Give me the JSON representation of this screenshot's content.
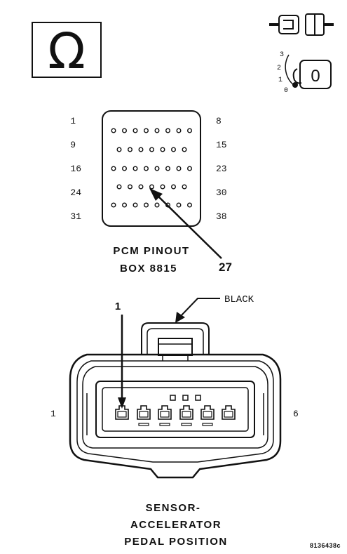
{
  "ohm_symbol": "Ω",
  "key_positions": [
    "3",
    "2",
    "1",
    "0"
  ],
  "key_glyph": "0",
  "pcm": {
    "row_start_labels": [
      "1",
      "9",
      "16",
      "24",
      "31"
    ],
    "row_end_labels": [
      "8",
      "15",
      "23",
      "30",
      "38"
    ],
    "title_line1": "PCM PINOUT",
    "title_line2": "BOX 8815",
    "callout_pin": "27"
  },
  "sensor": {
    "color_label": "BLACK",
    "pin_callout": "1",
    "left_pin_label": "1",
    "right_pin_label": "6",
    "title_line1": "SENSOR-",
    "title_line2": "ACCELERATOR",
    "title_line3": "PEDAL POSITION"
  },
  "figure_code": "8136438c"
}
